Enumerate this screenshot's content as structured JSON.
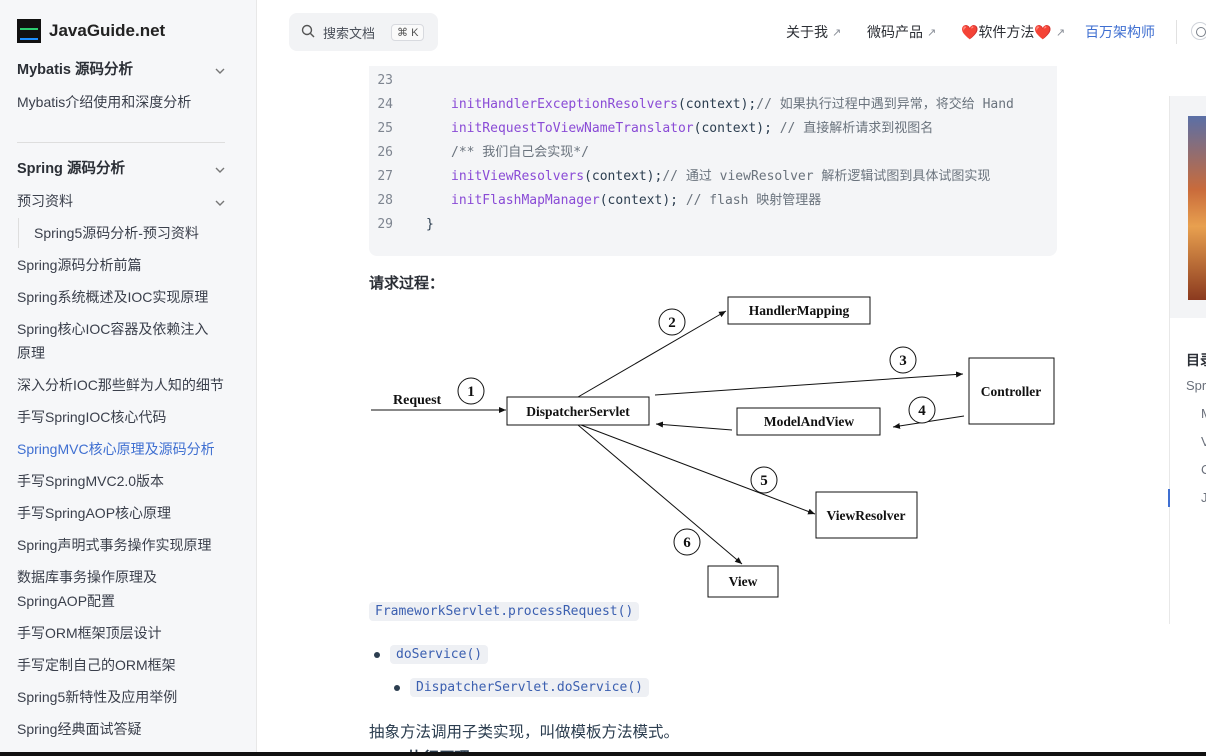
{
  "brand": {
    "name": "JavaGuide.net",
    "logo_text": "JavaGuide"
  },
  "sidebar": {
    "items": [
      {
        "label": "Mybatis 源码分析",
        "kind": "section"
      },
      {
        "label": "Mybatis介绍使用和深度分析",
        "kind": "item"
      },
      {
        "label": "Spring 源码分析",
        "kind": "section"
      },
      {
        "label": "预习资料",
        "kind": "group"
      },
      {
        "label": "Spring5源码分析-预习资料",
        "kind": "sub"
      },
      {
        "label": "Spring源码分析前篇",
        "kind": "item"
      },
      {
        "label": "Spring系统概述及IOC实现原理",
        "kind": "item"
      },
      {
        "label": "Spring核心IOC容器及依赖注入",
        "kind": "item"
      },
      {
        "label": "原理",
        "kind": "item"
      },
      {
        "label": "深入分析IOC那些鲜为人知的细节",
        "kind": "item"
      },
      {
        "label": "手写SpringIOC核心代码",
        "kind": "item"
      },
      {
        "label": "SpringMVC核心原理及源码分析",
        "kind": "active"
      },
      {
        "label": "手写SpringMVC2.0版本",
        "kind": "item"
      },
      {
        "label": "手写SpringAOP核心原理",
        "kind": "item"
      },
      {
        "label": "Spring声明式事务操作实现原理",
        "kind": "item"
      },
      {
        "label": "数据库事务操作原理及",
        "kind": "item"
      },
      {
        "label": "SpringAOP配置",
        "kind": "item"
      },
      {
        "label": "手写ORM框架顶层设计",
        "kind": "item"
      },
      {
        "label": "手写定制自己的ORM框架",
        "kind": "item"
      },
      {
        "label": "Spring5新特性及应用举例",
        "kind": "item"
      },
      {
        "label": "Spring经典面试答疑",
        "kind": "item"
      }
    ]
  },
  "header": {
    "search_label": "搜索文档",
    "search_kbd": "⌘ K",
    "nav": [
      {
        "label": "关于我",
        "arrow": "↗"
      },
      {
        "label": "微码产品",
        "arrow": "↗"
      },
      {
        "label": "❤️软件方法❤️",
        "arrow": "↗"
      },
      {
        "label": "百万架构师",
        "arrow": ""
      }
    ]
  },
  "code": {
    "lines": [
      {
        "n": "23",
        "fn": "",
        "args": "",
        "comment": ""
      },
      {
        "n": "24",
        "fn": "initHandlerExceptionResolvers",
        "args": "(context);",
        "comment": "// 如果执行过程中遇到异常，将交给 Hand"
      },
      {
        "n": "25",
        "fn": "initRequestToViewNameTranslator",
        "args": "(context); ",
        "comment": "// 直接解析请求到视图名"
      },
      {
        "n": "26",
        "fn": "",
        "args": "",
        "comment": "/** 我们自己会实现*/"
      },
      {
        "n": "27",
        "fn": "initViewResolvers",
        "args": "(context);",
        "comment": "// 通过 viewResolver 解析逻辑试图到具体试图实现"
      },
      {
        "n": "28",
        "fn": "initFlashMapManager",
        "args": "(context); ",
        "comment": "// flash 映射管理器"
      },
      {
        "n": "29",
        "fn": "",
        "args": "}",
        "comment": ""
      }
    ]
  },
  "content": {
    "request_label": "请求过程：",
    "framework_call": "FrameworkServlet.processRequest()",
    "bullet1": "doService()",
    "bullet2": "DispatcherServlet.doService()",
    "para": "抽象方法调用子类实现，叫做模板方法模式。",
    "para2": "MVC 执行原理"
  },
  "diagram": {
    "request_label": "Request",
    "nodes": {
      "dispatcher": "DispatcherServlet",
      "handler_mapping": "HandlerMapping",
      "controller": "Controller",
      "model_and_view": "ModelAndView",
      "view_resolver": "ViewResolver",
      "view": "View"
    },
    "steps": [
      "1",
      "2",
      "3",
      "4",
      "5",
      "6"
    ]
  },
  "toc": {
    "title": "目录",
    "items": [
      "Spring",
      "M",
      "V",
      "C",
      "J"
    ]
  }
}
